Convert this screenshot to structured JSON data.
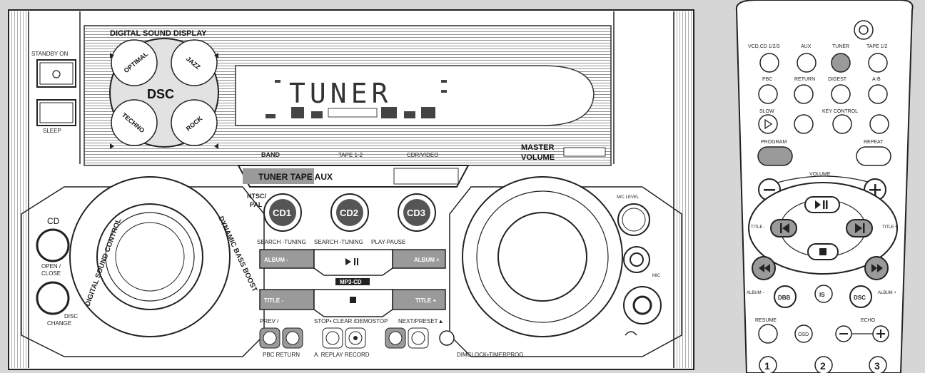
{
  "main_unit": {
    "display_title": "DIGITAL SOUND DISPLAY",
    "display_text": "TUNER",
    "standby_label": "STANDBY ON",
    "sleep_label": "SLEEP",
    "dsc": {
      "center": "DSC",
      "optimal": "OPTIMAL",
      "jazz": "JAZZ",
      "techno": "TECHNO",
      "rock": "ROCK"
    },
    "band_label": "BAND",
    "tape_label": "TAPE 1-2",
    "cdr_label": "CDR/VIDEO",
    "master_volume": [
      "MASTER",
      "VOLUME"
    ],
    "source_strip": "TUNER TAPE AUX",
    "ntsc_pal": [
      "NTSC/",
      "PAL"
    ],
    "cd_buttons": [
      "CD1",
      "CD2",
      "CD3"
    ],
    "cd_label": "CD",
    "open_close": [
      "OPEN /",
      "CLOSE"
    ],
    "disc_change": [
      "DISC",
      "CHANGE"
    ],
    "digital_sound_control": "DIGITAL SOUND CONTROL",
    "dynamic_bass_boost": "DYNAMIC BASS BOOST",
    "search_tuning_left": "SEARCH -TUNING",
    "search_tuning_right": "SEARCH -TUNING",
    "play_pause": "PLAY-PAUSE",
    "album_minus": "ALBUM -",
    "album_plus": "ALBUM +",
    "mp3_cd": "MP3-CD",
    "title_minus": "TITLE -",
    "title_plus": "TITLE +",
    "prev": "PREV /",
    "stop_clear": "STOP• CLEAR /DEMOSTOP",
    "next": "NEXT/PRESET▲",
    "pbc_return": "PBC RETURN",
    "replay_record": "A. REPLAY RECORD",
    "dim_row": "DIMCLOCK•TIMERPROG",
    "mic": "MIC",
    "mic_level": "MIC LEVEL"
  },
  "remote": {
    "row1": [
      "VCD,CD 1/2/3",
      "AUX",
      "TUNER",
      "TAPE 1/2"
    ],
    "row2": [
      "PBC",
      "RETURN",
      "DIGEST",
      "A-B"
    ],
    "slow": "SLOW",
    "key_control": "KEY CONTROL",
    "program": "PROGRAM",
    "repeat": "REPEAT",
    "volume": "VOLUME",
    "title_minus": "TITLE -",
    "title_plus": "TITLE +",
    "album_minus": "ALBUM -",
    "album_plus": "ALBUM +",
    "dbb": "DBB",
    "is": "IS",
    "dsc": "DSC",
    "resume": "RESUME",
    "osd": "OSD",
    "echo": "ECHO",
    "digits": [
      "1",
      "2",
      "3"
    ]
  },
  "colors": {
    "highlight": "#9a9a9a",
    "dark_button": "#555555",
    "background": "#d6d6d6"
  }
}
